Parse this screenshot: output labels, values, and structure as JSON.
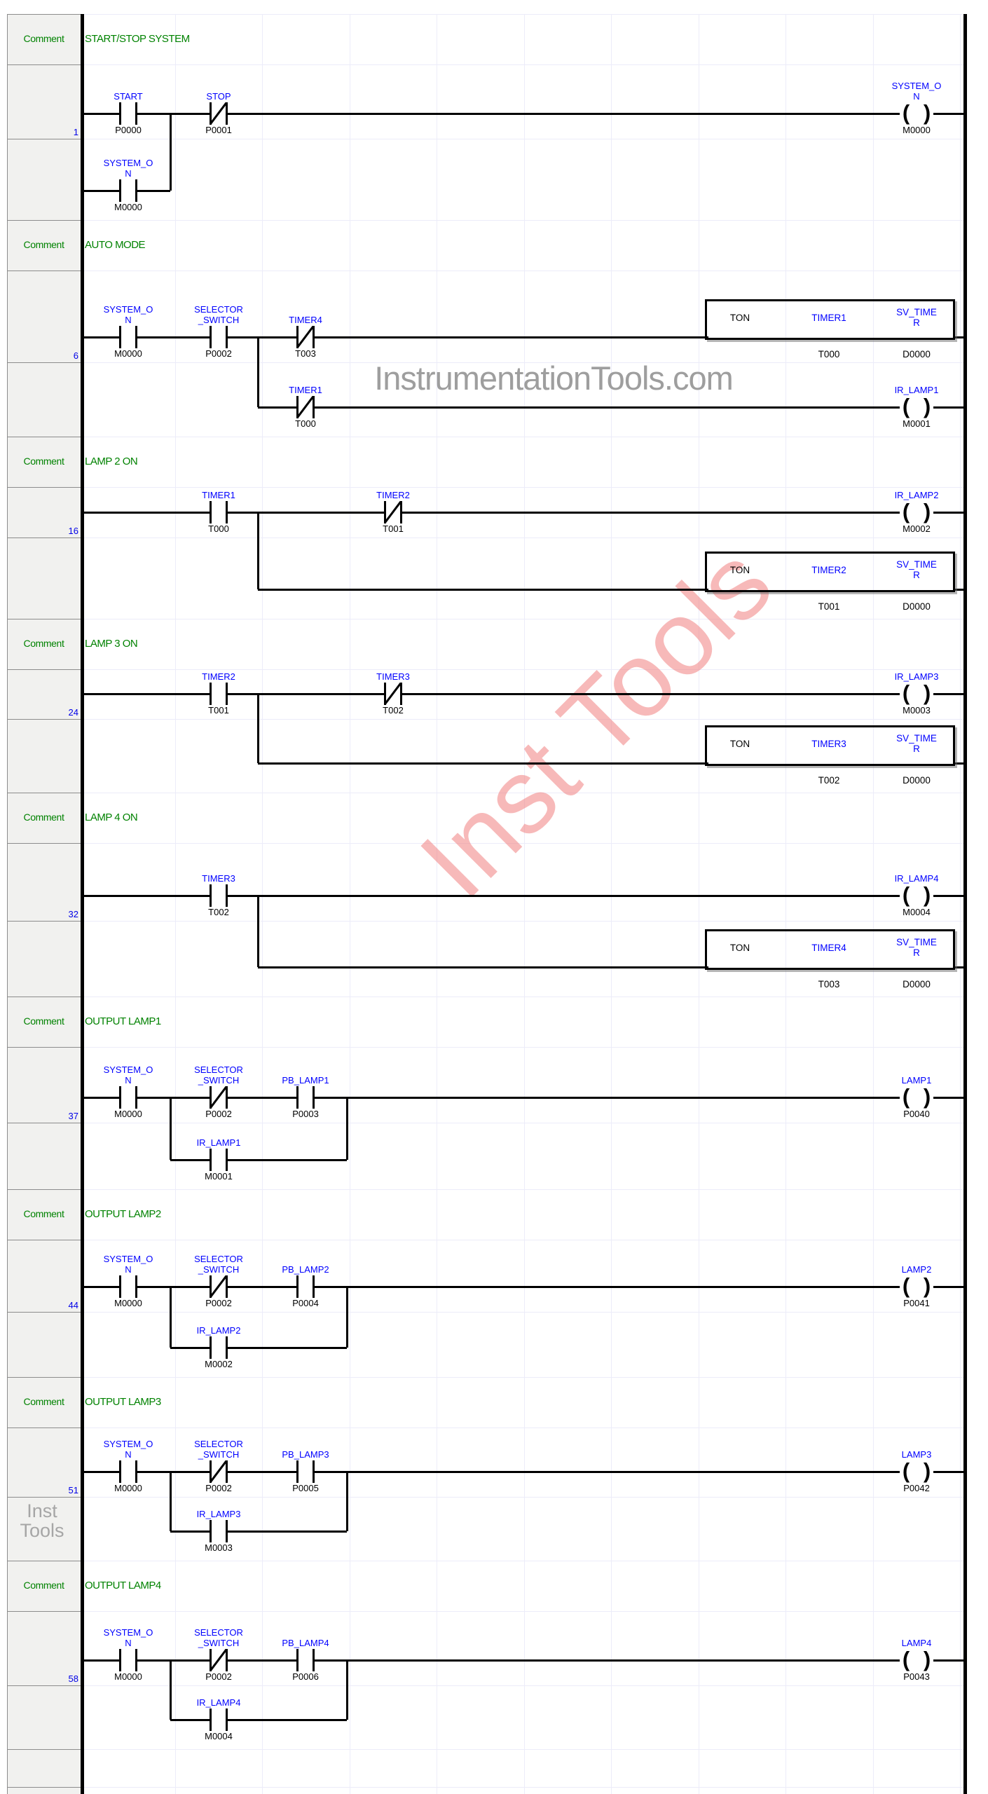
{
  "margin": {
    "comment_label": "Comment"
  },
  "watermarks": {
    "center_gray": "InstrumentationTools.com",
    "diagonal_pink": "Inst Tools",
    "margin_gray_line1": "Inst",
    "margin_gray_line2": "Tools"
  },
  "colors": {
    "tag_blue": "#0000ff",
    "comment_green": "#008200",
    "rung_number_blue": "#0000e8",
    "wire_black": "#000000",
    "watermark_gray": "#9e9e9e",
    "watermark_pink": "#f18080",
    "margin_bg": "#f1f1ef",
    "grid_line": "#ececf9"
  },
  "sections": [
    {
      "comment": "START/STOP SYSTEM",
      "rung_number": "1",
      "main": {
        "contacts": [
          {
            "type": "no",
            "tag": "START",
            "address": "P0000",
            "col": 0
          },
          {
            "type": "nc",
            "tag": "STOP",
            "address": "P0001",
            "col": 1
          }
        ],
        "output": {
          "kind": "coil",
          "tag": "SYSTEM_ON",
          "address": "M0000"
        }
      },
      "sub": {
        "kind": "parallel_from_rail",
        "join_after_col": 0,
        "contacts": [
          {
            "type": "no",
            "tag": "SYSTEM_ON",
            "address": "M0000",
            "col": 0
          }
        ]
      }
    },
    {
      "comment": "AUTO MODE",
      "rung_number": "6",
      "main": {
        "contacts": [
          {
            "type": "no",
            "tag": "SYSTEM_ON",
            "address": "M0000",
            "col": 0
          },
          {
            "type": "no",
            "tag": "SELECTOR_SWITCH",
            "address": "P0002",
            "col": 1
          },
          {
            "type": "nc",
            "tag": "TIMER4",
            "address": "T003",
            "col": 2
          }
        ],
        "output": {
          "kind": "ton",
          "mnemonic": "TON",
          "tag": "TIMER1",
          "sv_tag": "SV_TIMER",
          "operand": "T000",
          "sv_operand": "D0000"
        }
      },
      "sub": {
        "kind": "branch",
        "after_col": 1,
        "contacts": [
          {
            "type": "nc",
            "tag": "TIMER1",
            "address": "T000",
            "col": 2
          }
        ],
        "output": {
          "kind": "coil",
          "tag": "IR_LAMP1",
          "address": "M0001"
        }
      }
    },
    {
      "comment": "LAMP 2 ON",
      "rung_number": "16",
      "main": {
        "contacts": [
          {
            "type": "no",
            "tag": "TIMER1",
            "address": "T000",
            "col": 1
          },
          {
            "type": "nc",
            "tag": "TIMER2",
            "address": "T001",
            "col": 3
          }
        ],
        "output": {
          "kind": "coil",
          "tag": "IR_LAMP2",
          "address": "M0002"
        }
      },
      "sub": {
        "kind": "branch",
        "after_col": 1,
        "contacts": [],
        "output": {
          "kind": "ton",
          "mnemonic": "TON",
          "tag": "TIMER2",
          "sv_tag": "SV_TIMER",
          "operand": "T001",
          "sv_operand": "D0000"
        }
      }
    },
    {
      "comment": "LAMP 3 ON",
      "rung_number": "24",
      "main": {
        "contacts": [
          {
            "type": "no",
            "tag": "TIMER2",
            "address": "T001",
            "col": 1
          },
          {
            "type": "nc",
            "tag": "TIMER3",
            "address": "T002",
            "col": 3
          }
        ],
        "output": {
          "kind": "coil",
          "tag": "IR_LAMP3",
          "address": "M0003"
        }
      },
      "sub": {
        "kind": "branch",
        "after_col": 1,
        "contacts": [],
        "output": {
          "kind": "ton",
          "mnemonic": "TON",
          "tag": "TIMER3",
          "sv_tag": "SV_TIMER",
          "operand": "T002",
          "sv_operand": "D0000"
        }
      }
    },
    {
      "comment": "LAMP 4 ON",
      "rung_number": "32",
      "main": {
        "contacts": [
          {
            "type": "no",
            "tag": "TIMER3",
            "address": "T002",
            "col": 1
          }
        ],
        "output": {
          "kind": "coil",
          "tag": "IR_LAMP4",
          "address": "M0004"
        }
      },
      "sub": {
        "kind": "branch",
        "after_col": 1,
        "contacts": [],
        "output": {
          "kind": "ton",
          "mnemonic": "TON",
          "tag": "TIMER4",
          "sv_tag": "SV_TIMER",
          "operand": "T003",
          "sv_operand": "D0000"
        }
      }
    },
    {
      "comment": "OUTPUT LAMP1",
      "rung_number": "37",
      "main": {
        "contacts": [
          {
            "type": "no",
            "tag": "SYSTEM_ON",
            "address": "M0000",
            "col": 0
          },
          {
            "type": "nc",
            "tag": "SELECTOR_SWITCH",
            "address": "P0002",
            "col": 1
          },
          {
            "type": "no",
            "tag": "PB_LAMP1",
            "address": "P0003",
            "col": 2
          }
        ],
        "output": {
          "kind": "coil",
          "tag": "LAMP1",
          "address": "P0040"
        }
      },
      "sub": {
        "kind": "wrap",
        "from_after_col": 0,
        "to_after_col": 2,
        "contacts": [
          {
            "type": "no",
            "tag": "IR_LAMP1",
            "address": "M0001",
            "col": 1
          }
        ]
      }
    },
    {
      "comment": "OUTPUT LAMP2",
      "rung_number": "44",
      "main": {
        "contacts": [
          {
            "type": "no",
            "tag": "SYSTEM_ON",
            "address": "M0000",
            "col": 0
          },
          {
            "type": "nc",
            "tag": "SELECTOR_SWITCH",
            "address": "P0002",
            "col": 1
          },
          {
            "type": "no",
            "tag": "PB_LAMP2",
            "address": "P0004",
            "col": 2
          }
        ],
        "output": {
          "kind": "coil",
          "tag": "LAMP2",
          "address": "P0041"
        }
      },
      "sub": {
        "kind": "wrap",
        "from_after_col": 0,
        "to_after_col": 2,
        "contacts": [
          {
            "type": "no",
            "tag": "IR_LAMP2",
            "address": "M0002",
            "col": 1
          }
        ]
      }
    },
    {
      "comment": "OUTPUT LAMP3",
      "rung_number": "51",
      "main": {
        "contacts": [
          {
            "type": "no",
            "tag": "SYSTEM_ON",
            "address": "M0000",
            "col": 0
          },
          {
            "type": "nc",
            "tag": "SELECTOR_SWITCH",
            "address": "P0002",
            "col": 1
          },
          {
            "type": "no",
            "tag": "PB_LAMP3",
            "address": "P0005",
            "col": 2
          }
        ],
        "output": {
          "kind": "coil",
          "tag": "LAMP3",
          "address": "P0042"
        }
      },
      "sub": {
        "kind": "wrap",
        "from_after_col": 0,
        "to_after_col": 2,
        "contacts": [
          {
            "type": "no",
            "tag": "IR_LAMP3",
            "address": "M0003",
            "col": 1
          }
        ]
      }
    },
    {
      "comment": "OUTPUT LAMP4",
      "rung_number": "58",
      "main": {
        "contacts": [
          {
            "type": "no",
            "tag": "SYSTEM_ON",
            "address": "M0000",
            "col": 0
          },
          {
            "type": "nc",
            "tag": "SELECTOR_SWITCH",
            "address": "P0002",
            "col": 1
          },
          {
            "type": "no",
            "tag": "PB_LAMP4",
            "address": "P0006",
            "col": 2
          }
        ],
        "output": {
          "kind": "coil",
          "tag": "LAMP4",
          "address": "P0043"
        }
      },
      "sub": {
        "kind": "wrap",
        "from_after_col": 0,
        "to_after_col": 2,
        "contacts": [
          {
            "type": "no",
            "tag": "IR_LAMP4",
            "address": "M0004",
            "col": 1
          }
        ]
      }
    }
  ]
}
